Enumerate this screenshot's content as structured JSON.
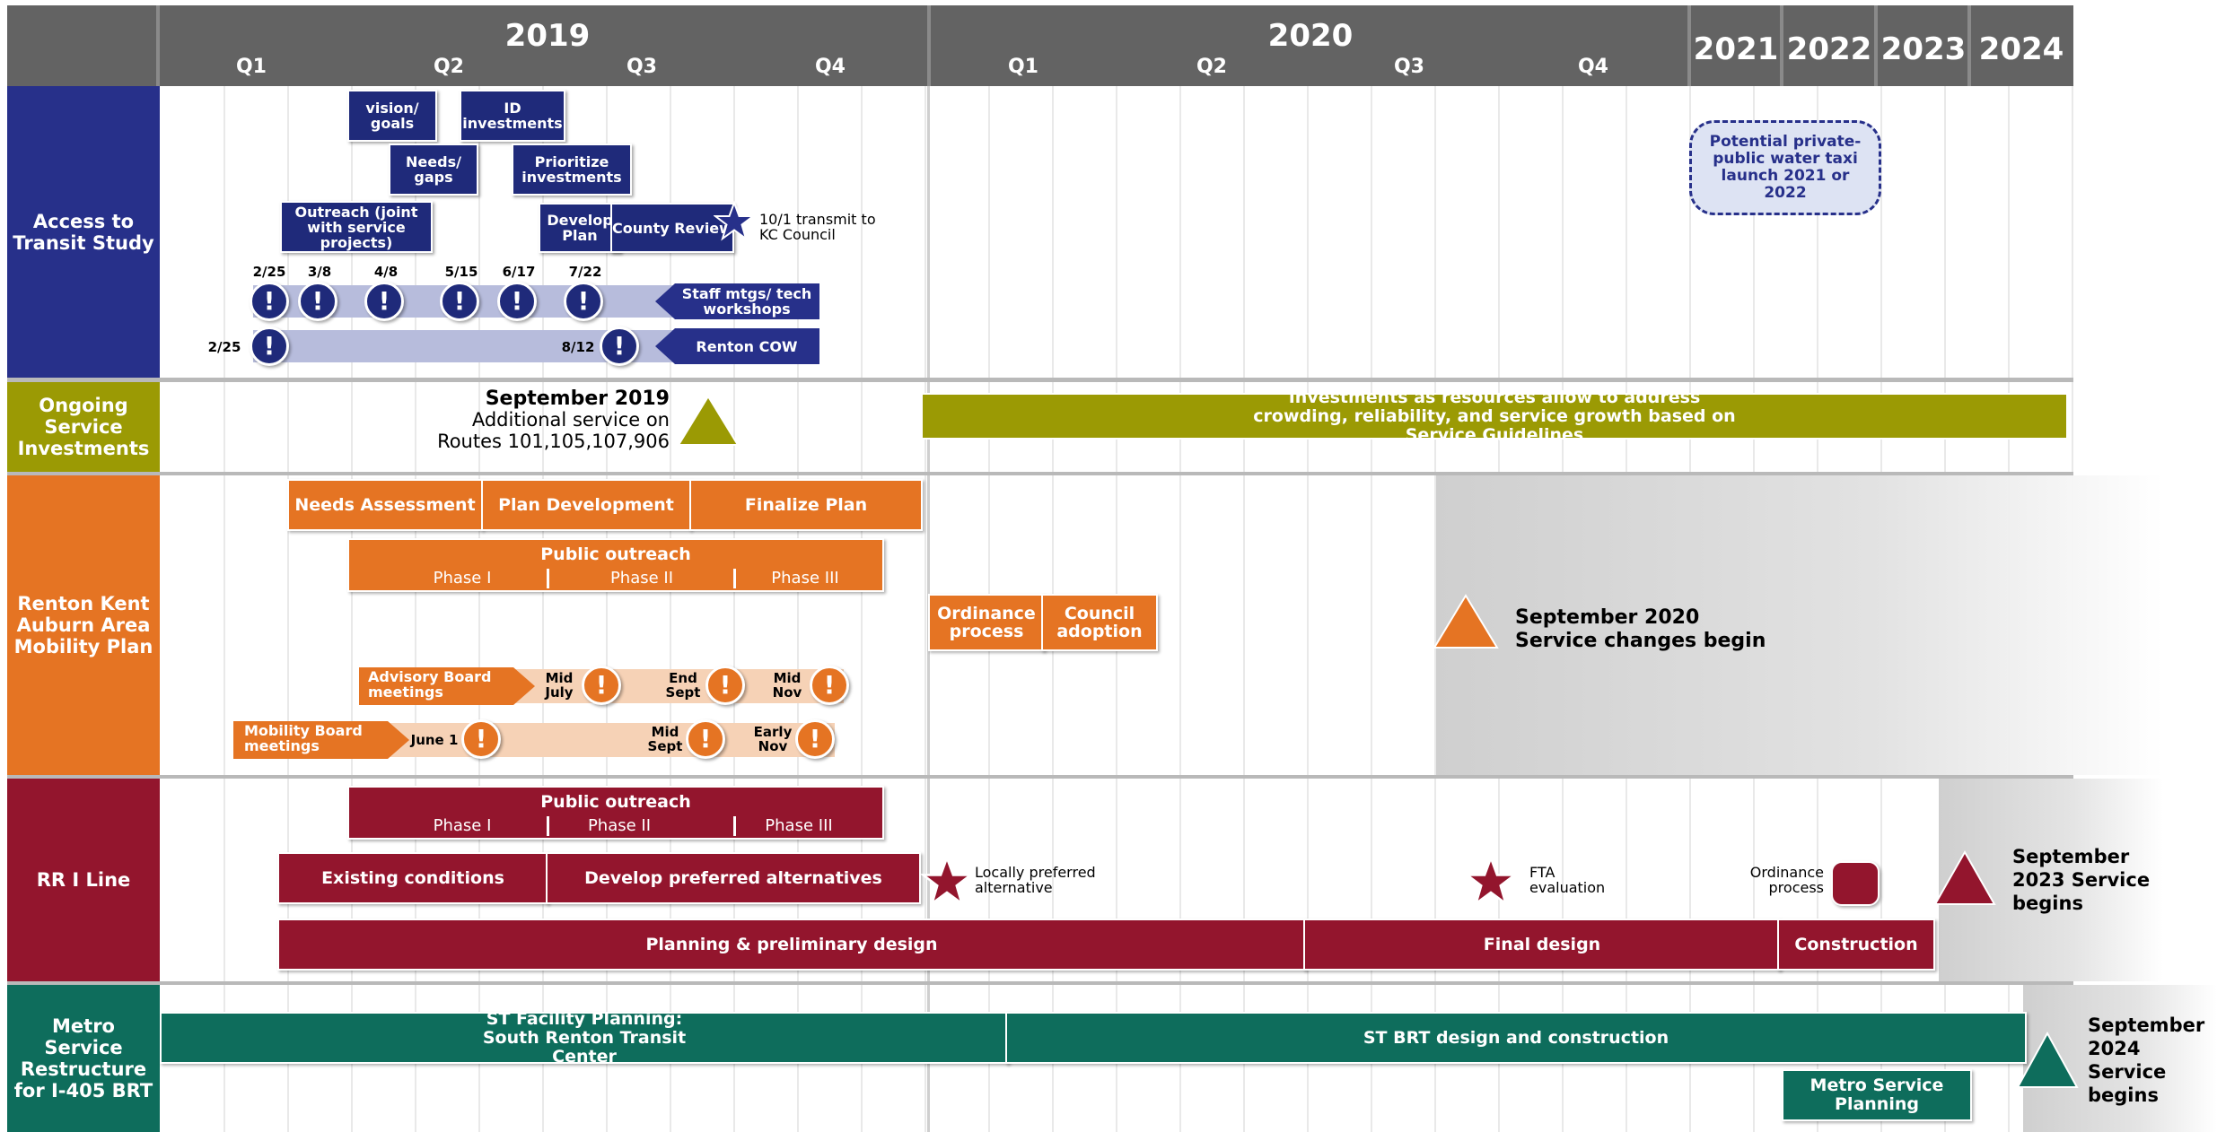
{
  "header": {
    "years": [
      "2019",
      "2020",
      "2021",
      "2022",
      "2023",
      "2024"
    ],
    "quarters_2019": [
      "Q1",
      "Q2",
      "Q3",
      "Q4"
    ],
    "quarters_2020": [
      "Q1",
      "Q2",
      "Q3",
      "Q4"
    ]
  },
  "rows": {
    "access": {
      "label": "Access to Transit Study",
      "color": "#27308a"
    },
    "ongoing": {
      "label": "Ongoing Service Investments",
      "color": "#9b9a04"
    },
    "rka": {
      "label": "Renton Kent Auburn Area Mobility Plan",
      "color": "#e57423"
    },
    "rr": {
      "label": "RR I Line",
      "color": "#93152d"
    },
    "metro": {
      "label": "Metro Service Restructure for I-405 BRT",
      "color": "#0e6d5c"
    }
  },
  "access": {
    "vision": "vision/ goals",
    "id_inv": "ID investments",
    "needs": "Needs/ gaps",
    "prioritize": "Prioritize investments",
    "outreach": "Outreach (joint with service projects)",
    "develop": "Develop Plan",
    "county": "County Review",
    "transmit": "10/1 transmit to KC Council",
    "staff_label": "Staff mtgs/ tech workshops",
    "staff_dates": [
      "2/25",
      "3/8",
      "4/8",
      "5/15",
      "6/17",
      "7/22"
    ],
    "renton_label": "Renton COW",
    "renton_dates": [
      "2/25",
      "8/12"
    ],
    "water_taxi": "Potential private-public water taxi launch 2021 or 2022",
    "excl": "!"
  },
  "ongoing": {
    "sep_title": "September 2019",
    "sep_line1": "Additional service on",
    "sep_line2": "Routes 101,105,107,906",
    "bar_text": "Investments as resources allow to address crowding, reliability, and service growth based on Service Guidelines"
  },
  "rka": {
    "needs": "Needs Assessment",
    "plan_dev": "Plan Development",
    "finalize": "Finalize Plan",
    "outreach": "Public outreach",
    "phases": [
      "Phase I",
      "Phase II",
      "Phase III"
    ],
    "ordinance": "Ordinance process",
    "council": "Council adoption",
    "sep_title": "September 2020",
    "sep_sub": "Service changes begin",
    "advisory": "Advisory Board meetings",
    "advisory_dates": [
      "Mid July",
      "End Sept",
      "Mid Nov"
    ],
    "mobility": "Mobility Board meetings",
    "mobility_dates": [
      "June 1",
      "Mid Sept",
      "Early Nov"
    ]
  },
  "rr": {
    "outreach": "Public outreach",
    "phases": [
      "Phase I",
      "Phase II",
      "Phase III"
    ],
    "existing": "Existing conditions",
    "develop": "Develop preferred alternatives",
    "lpa": "Locally preferred alternative",
    "fta": "FTA evaluation",
    "ordinance": "Ordinance process",
    "planning": "Planning & preliminary design",
    "final": "Final design",
    "construction": "Construction",
    "sep": "September 2023 Service begins"
  },
  "metro": {
    "st_facility": "ST Facility Planning: South Renton Transit Center",
    "st_brt": "ST BRT design and construction",
    "msp": "Metro Service Planning",
    "sep": "September 2024 Service begins"
  }
}
